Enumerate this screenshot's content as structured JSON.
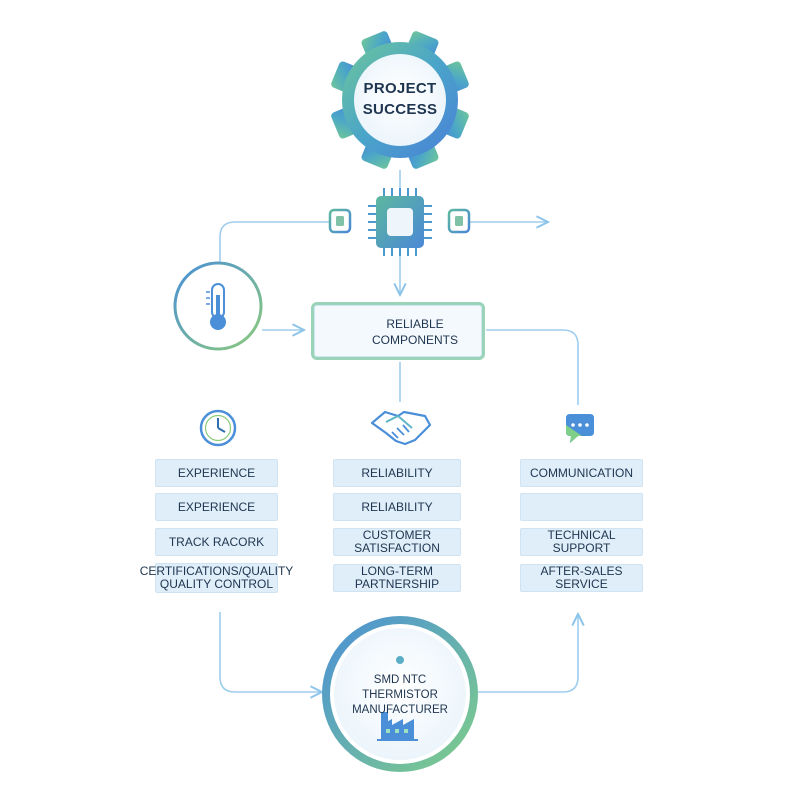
{
  "goal": {
    "line1": "PROJECT",
    "line2": "SUCCESS"
  },
  "hub": {
    "line1": "RELIABLE",
    "line2": "COMPONENTS"
  },
  "columns": [
    {
      "icon": "clock-icon",
      "items": [
        "EXPERIENCE",
        "EXPERIENCE",
        "TRACK RACORK"
      ],
      "multiline_item": [
        "CERTIFICATIONS/QUALITY",
        "QUALITY CONTROL"
      ]
    },
    {
      "icon": "handshake-icon",
      "items": [
        "RELIABILITY",
        "RELIABILITY",
        "CUSTOMER SATISFACTION",
        "LONG-TERM PARTNERSHIP"
      ]
    },
    {
      "icon": "chat-bubble-icon",
      "items": [
        "COMMUNICATION",
        "",
        "TECHNICAL SUPPORT",
        "AFTER-SALES SERVICE"
      ]
    }
  ],
  "manufacturer": {
    "line1": "SMD NTC THERMISTOR",
    "line2": "MANUFACTURER"
  },
  "colors": {
    "blue": "#4a8fd8",
    "teal": "#55b59a",
    "green": "#8ccb7a",
    "connector": "#8cc4ea",
    "pill_fill": "#dfeef8"
  }
}
